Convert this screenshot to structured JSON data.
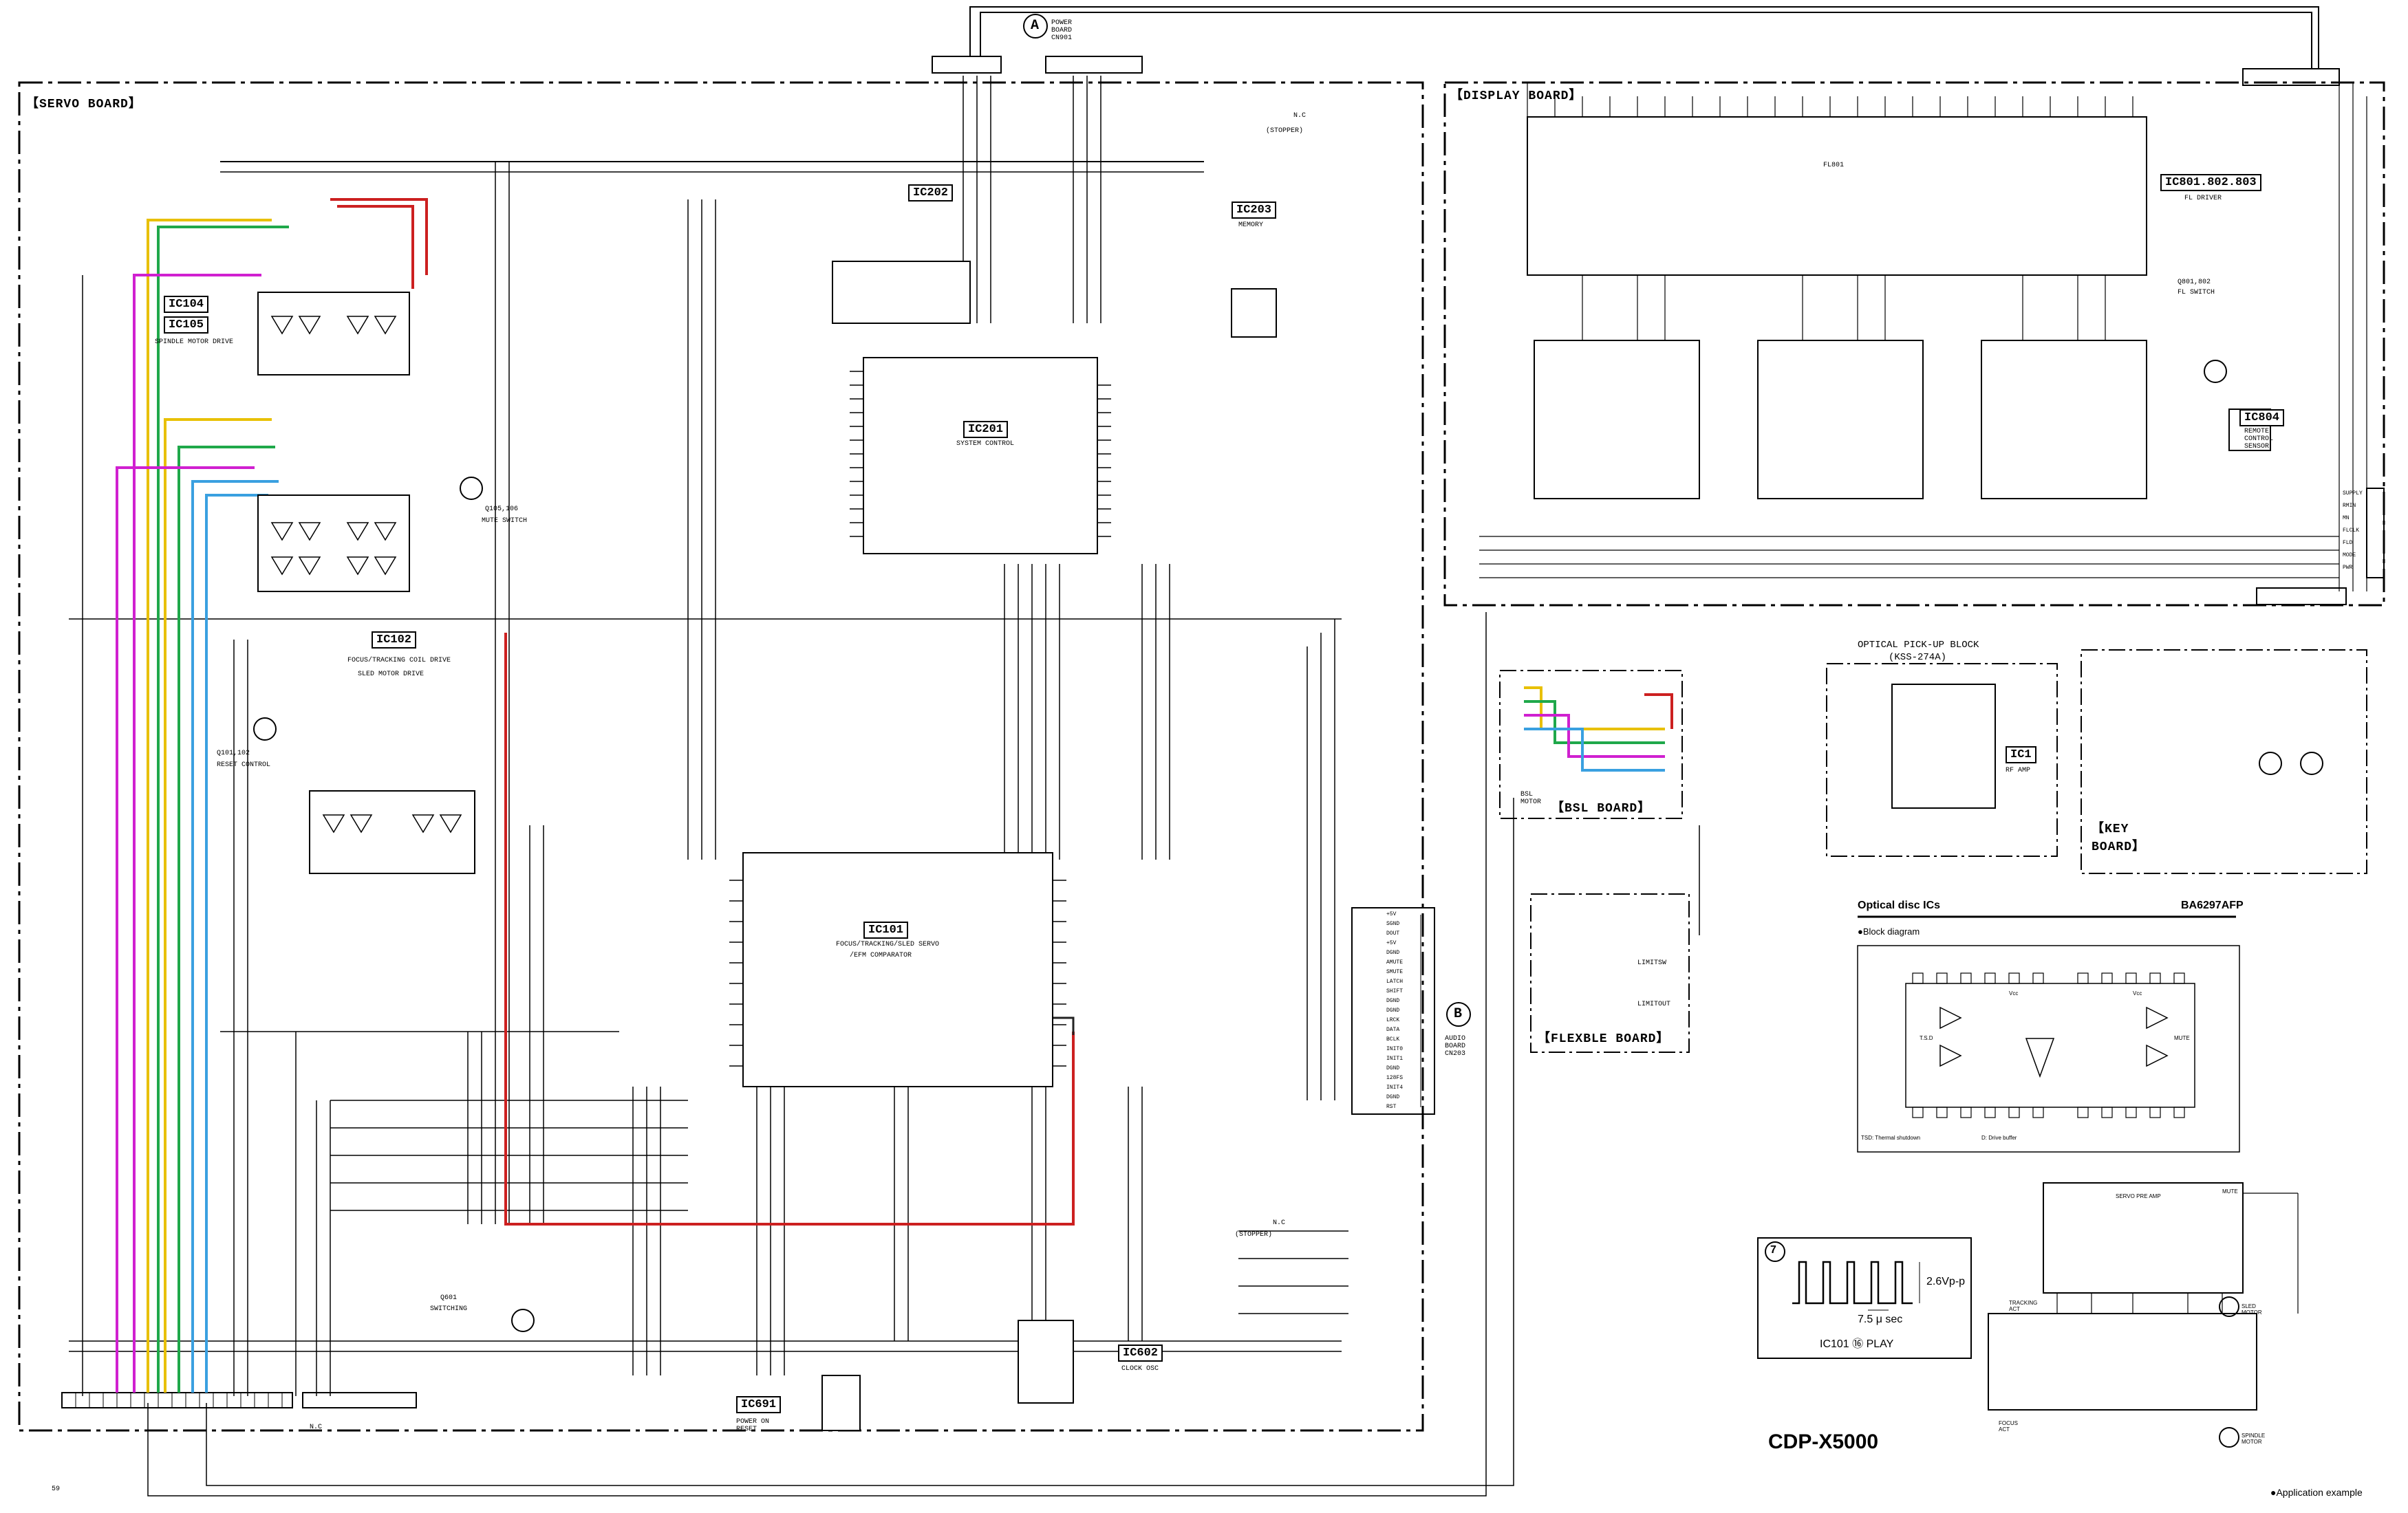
{
  "boards": {
    "servo": "【SERVO BOARD】",
    "display": "【DISPLAY BOARD】",
    "bsl": "【BSL BOARD】",
    "flexible": "【FLEXBLE BOARD】",
    "key": "【KEY BOARD】"
  },
  "ics": {
    "ic104": "IC104",
    "ic105": "IC105",
    "ic104_desc": "SPINDLE MOTOR DRIVE",
    "ic102": "IC102",
    "ic102_desc1": "FOCUS/TRACKING COIL DRIVE",
    "ic102_desc2": "SLED MOTOR DRIVE",
    "ic202": "IC202",
    "ic203": "IC203",
    "ic203_desc": "MEMORY",
    "ic201": "IC201",
    "ic201_desc": "SYSTEM CONTROL",
    "ic101": "IC101",
    "ic101_desc1": "FOCUS/TRACKING/SLED SERVO",
    "ic101_desc2": "/EFM COMPARATOR",
    "ic691": "IC691",
    "ic691_desc": "POWER ON RESET",
    "ic602": "IC602",
    "ic602_desc": "CLOCK OSC",
    "ic801": "IC801.802.803",
    "ic801_desc": "FL DRIVER",
    "ic804": "IC804",
    "ic804_desc": "REMOTE CONTROL SENSOR",
    "ic1": "IC1",
    "ic1_desc": "RF AMP"
  },
  "labels": {
    "q105": "Q105,106",
    "mute_switch": "MUTE SWITCH",
    "q101": "Q101,102",
    "reset_control": "RESET CONTROL",
    "q601": "Q601",
    "switching": "SWITCHING",
    "q801": "Q801,802",
    "fl_switch": "FL SWITCH",
    "optical_block1": "OPTICAL PICK-UP BLOCK",
    "optical_block2": "(KSS-274A)",
    "stopper1": "(STOPPER)",
    "stopper2": "(STOPPER)",
    "nc": "N.C",
    "audio_board": "AUDIO BOARD CN203",
    "power_board": "POWER BOARD CN901",
    "connector_a": "A",
    "connector_b": "B",
    "bsl_motor": "BSL MOTOR",
    "limit_sw1": "LIMITSW",
    "limit_sw2": "LIMITOUT",
    "ic101_play": "IC101 ⑯ PLAY",
    "wave_amp": "2.6Vp-p",
    "wave_time": "7.5 μ sec",
    "page_no": "59",
    "fl_label": "FL801"
  },
  "bottom_right": {
    "section": "Optical disc ICs",
    "part": "BA6297AFP",
    "block_diagram": "●Block diagram",
    "model": "CDP-X5000",
    "application": "●Application example",
    "servo_pre_amp": "SERVO PRE AMP",
    "mute": "MUTE",
    "tsd_note": "TSD: Thermal shutdown",
    "d_note": "D: Drive buffer",
    "sled_motor": "SLED MOTOR",
    "spindle_motor": "SPINDLE MOTOR",
    "focus_act": "FOCUS ACT",
    "tracking_act": "TRACKING ACT",
    "vcc": "Vcc",
    "tsd": "T.S.D"
  },
  "audio_pins": [
    "+5V",
    "SGND",
    "DOUT",
    "+5V",
    "DGND",
    "AMUTE",
    "SMUTE",
    "LATCH",
    "SHIFT",
    "DGND",
    "DGND",
    "LRCK",
    "DATA",
    "BCLK",
    "INIT0",
    "INIT1",
    "DGND",
    "128FS",
    "INIT4",
    "DGND",
    "RST"
  ],
  "right_pins": [
    "SUPPLY",
    "RMIN",
    "MN",
    "FLCLK",
    "FLD",
    "MODE",
    "PWR"
  ]
}
